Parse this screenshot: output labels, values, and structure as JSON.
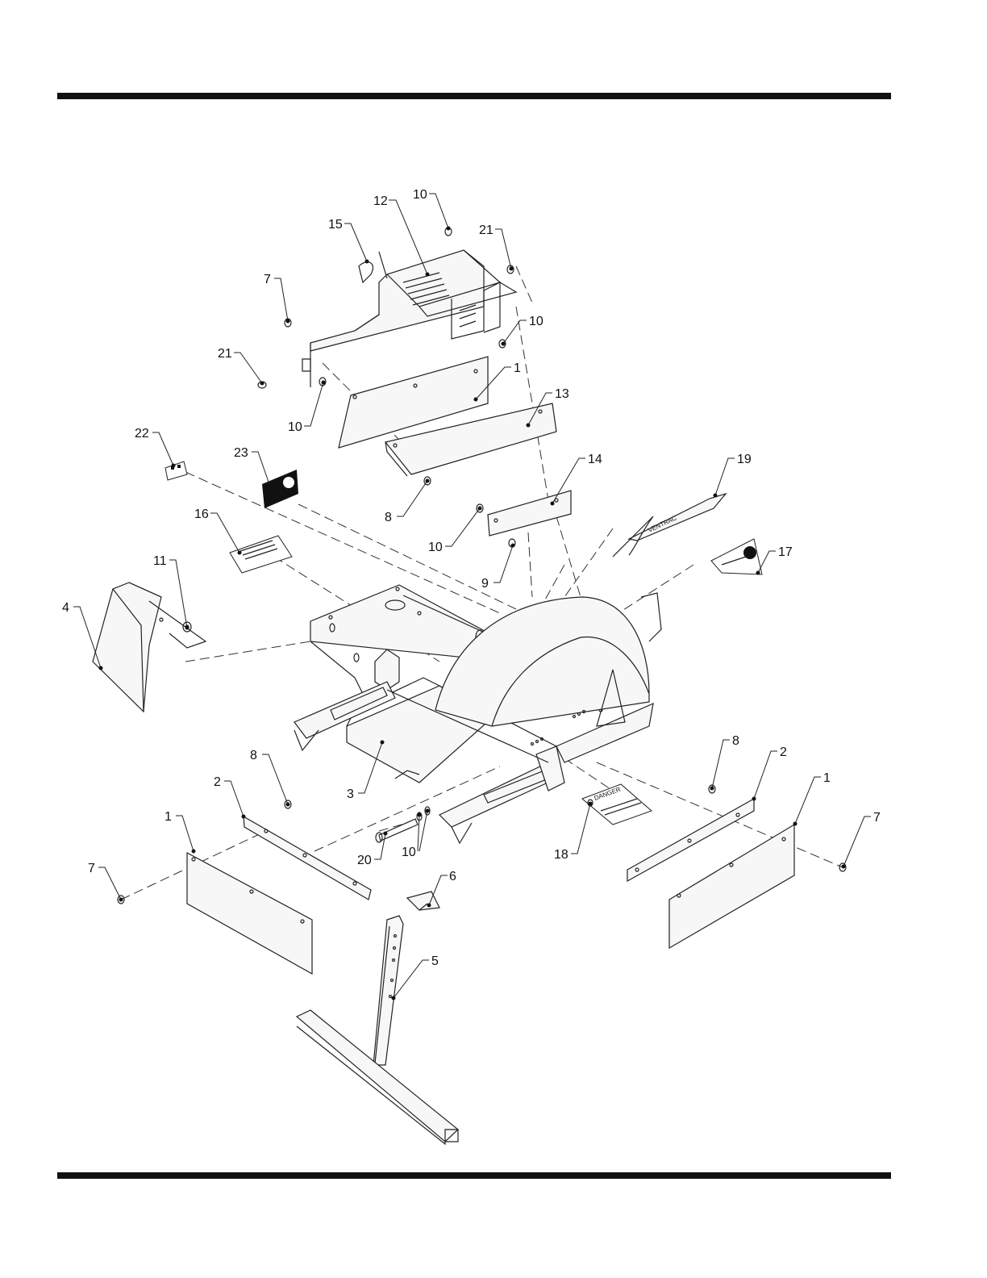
{
  "figure": {
    "type": "exploded-parts-diagram",
    "callouts": [
      "1",
      "2",
      "3",
      "4",
      "5",
      "6",
      "7",
      "8",
      "9",
      "10",
      "11",
      "12",
      "13",
      "14",
      "15",
      "16",
      "17",
      "18",
      "19",
      "20",
      "21",
      "22",
      "23"
    ]
  },
  "decals": {
    "danger_label": "DANGER",
    "brand_label": "VENTRAC"
  },
  "colors": {
    "line": "#222222",
    "rule": "#111111",
    "background": "#ffffff"
  }
}
